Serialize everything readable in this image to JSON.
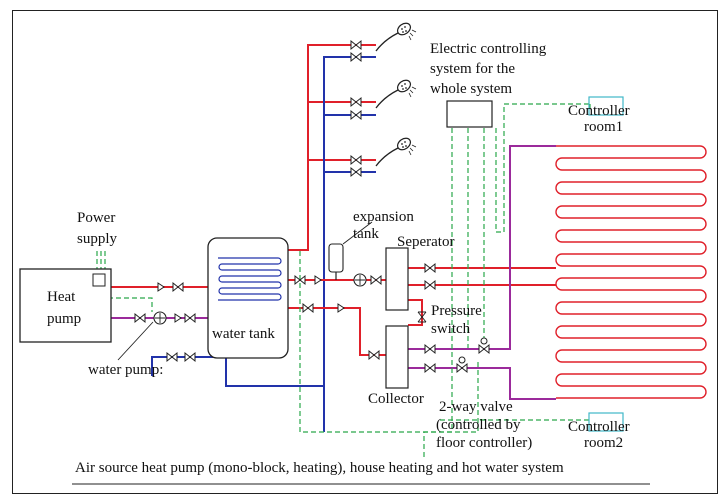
{
  "labels": {
    "power_supply": [
      "Power",
      "supply"
    ],
    "heat_pump": [
      "Heat",
      "pump"
    ],
    "water_pump": "water pump:",
    "water_tank": "water tank",
    "expansion_tank": [
      "expansion",
      "tank"
    ],
    "seperator": "Seperator",
    "collector": "Collector",
    "pressure_switch": [
      "Pressure",
      "switch"
    ],
    "two_way_valve": [
      "2-way valve",
      "(controlled by",
      "floor controller)"
    ],
    "electric_control": [
      "Electric controlling",
      "system for the",
      "whole system"
    ],
    "controller_room1": [
      "Controller",
      "room1"
    ],
    "controller_room2": [
      "Controller",
      "room2"
    ]
  },
  "caption": "Air source heat pump (mono-block, heating), house heating and hot water system",
  "colors": {
    "hot_pipe": "#e0202a",
    "cold_pipe": "#2233aa",
    "return_pipe": "#9b2a9b",
    "control_wire": "#2aa84a",
    "controller_box": "#3fb8c8",
    "line": "#222222"
  }
}
